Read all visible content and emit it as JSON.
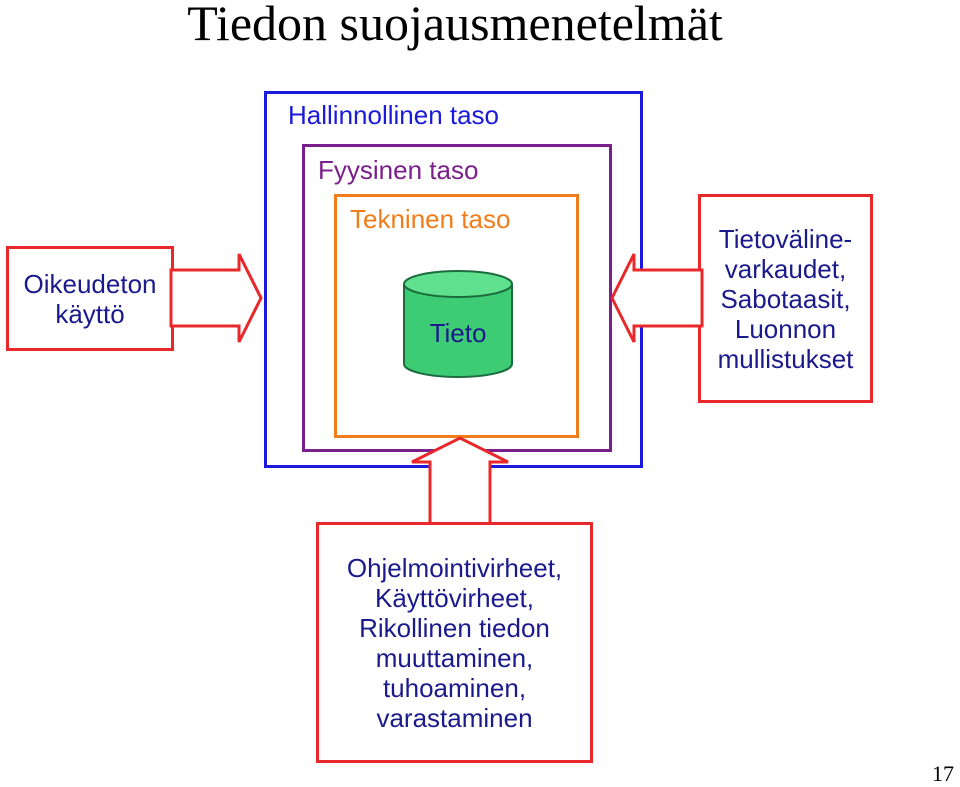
{
  "title": "Tiedon suojausmenetelmät",
  "layers": {
    "administrative": "Hallinnollinen taso",
    "physical": "Fyysinen taso",
    "technical": "Tekninen taso",
    "data": "Tieto"
  },
  "threats": {
    "left": [
      "Oikeudeton",
      "käyttö"
    ],
    "right": [
      "Tietoväline-",
      "varkaudet,",
      "Sabotaasit,",
      "Luonnon",
      "mullistukset"
    ],
    "bottom": [
      "Ohjelmointivirheet,",
      "Käyttövirheet,",
      "Rikollinen tiedon",
      "muuttaminen,",
      "tuhoaminen,",
      "varastaminen"
    ]
  },
  "colors": {
    "administrative": "#1a1adc",
    "physical": "#7b1f8c",
    "technical": "#f07d1a",
    "threat_border": "#e8282b",
    "cylinder": "#3dcc74",
    "text": "#1a1a8c"
  },
  "page_number": "17"
}
